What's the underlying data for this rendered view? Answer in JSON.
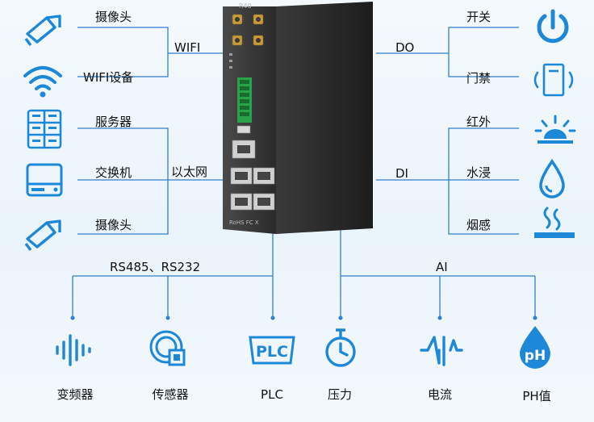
{
  "left_devices": [
    {
      "label": "摄像头",
      "icon": "camera-icon"
    },
    {
      "label": "WIFI设备",
      "icon": "wifi-icon"
    },
    {
      "label": "服务器",
      "icon": "server-icon"
    },
    {
      "label": "交换机",
      "icon": "switch-icon"
    },
    {
      "label": "摄像头",
      "icon": "camera-icon"
    }
  ],
  "left_groups": {
    "wifi": "WIFI",
    "ethernet": "以太网"
  },
  "right_devices": [
    {
      "label": "开关",
      "icon": "power-icon"
    },
    {
      "label": "门禁",
      "icon": "access-control-icon"
    },
    {
      "label": "红外",
      "icon": "infrared-icon"
    },
    {
      "label": "水浸",
      "icon": "water-drop-icon"
    },
    {
      "label": "烟感",
      "icon": "smoke-icon"
    }
  ],
  "right_groups": {
    "do": "DO",
    "di": "DI"
  },
  "bottom_groups": {
    "serial": "RS485、RS232",
    "ai": "AI"
  },
  "bottom_devices": [
    {
      "label": "变频器",
      "icon": "frequency-converter-icon"
    },
    {
      "label": "传感器",
      "icon": "sensor-icon"
    },
    {
      "label": "PLC",
      "icon": "plc-icon"
    },
    {
      "label": "压力",
      "icon": "pressure-icon"
    },
    {
      "label": "电流",
      "icon": "current-icon"
    },
    {
      "label": "PH值",
      "icon": "ph-icon"
    }
  ],
  "device": {
    "top_mark": "R40",
    "bottom_mark": "RoHS FC X"
  },
  "colors": {
    "icon_blue": "#1e88d8",
    "line": "#2f7fd0",
    "device": "#222222"
  }
}
